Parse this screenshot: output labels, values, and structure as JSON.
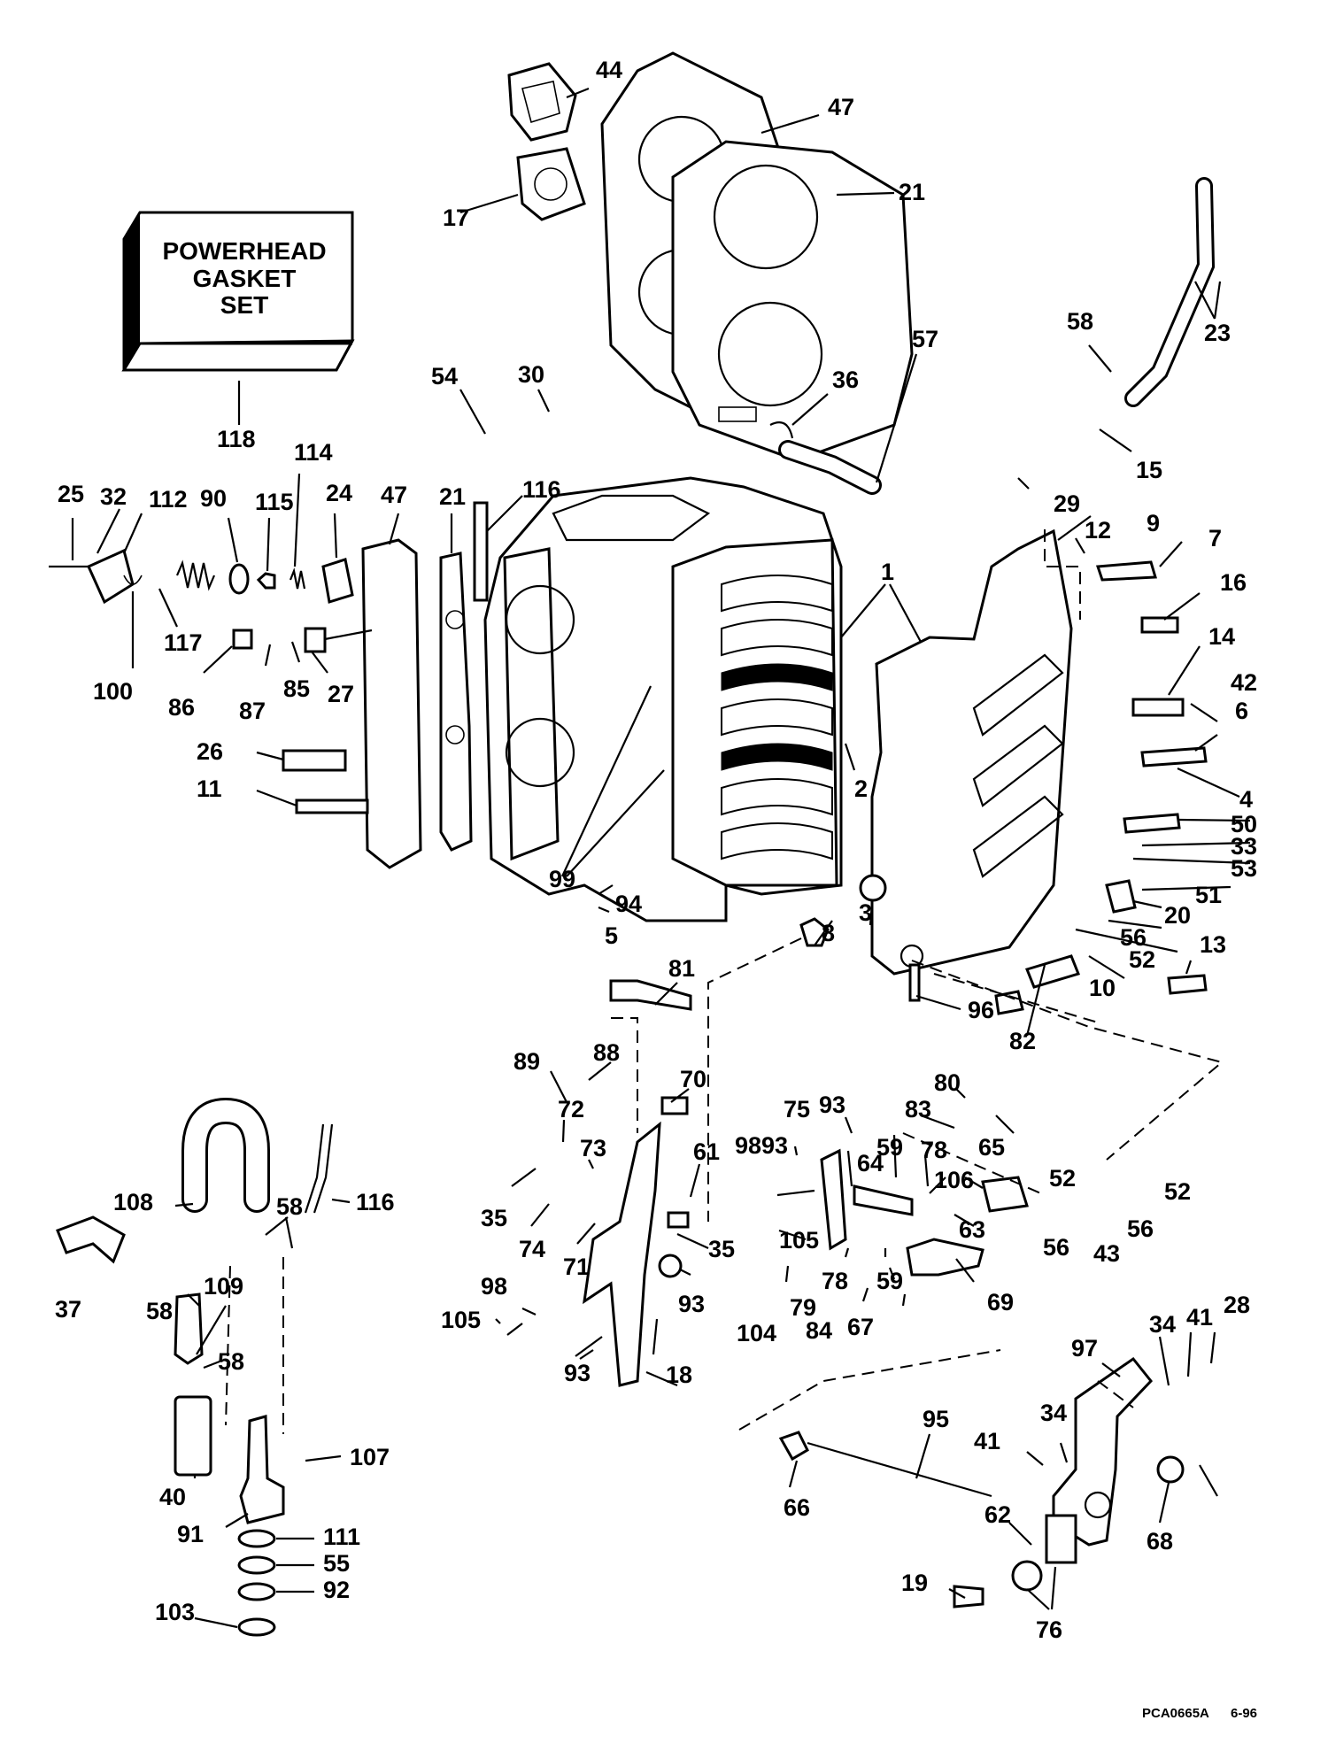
{
  "gasket_box": {
    "line1": "POWERHEAD",
    "line2": "GASKET",
    "line3": "SET"
  },
  "footer": {
    "code": "PCA0665A",
    "date": "6-96"
  },
  "labels": [
    "44",
    "47",
    "17",
    "21",
    "23",
    "58",
    "57",
    "36",
    "30",
    "54",
    "15",
    "29",
    "12",
    "9",
    "7",
    "16",
    "14",
    "42",
    "6",
    "4",
    "50",
    "33",
    "53",
    "51",
    "20",
    "56",
    "52",
    "10",
    "13",
    "1",
    "2",
    "118",
    "25",
    "32",
    "112",
    "90",
    "115",
    "114",
    "24",
    "116",
    "117",
    "100",
    "86",
    "87",
    "85",
    "27",
    "26",
    "11",
    "99",
    "94",
    "5",
    "8",
    "3",
    "96",
    "81",
    "82",
    "80",
    "83",
    "65",
    "88",
    "89",
    "70",
    "72",
    "73",
    "35",
    "74",
    "71",
    "61",
    "93",
    "75",
    "59",
    "78",
    "106",
    "98",
    "64",
    "63",
    "105",
    "104",
    "79",
    "84",
    "67",
    "69",
    "18",
    "108",
    "109",
    "37",
    "107",
    "40",
    "91",
    "111",
    "55",
    "92",
    "103",
    "43",
    "97",
    "34",
    "41",
    "28",
    "95",
    "66",
    "62",
    "19",
    "76",
    "68"
  ]
}
